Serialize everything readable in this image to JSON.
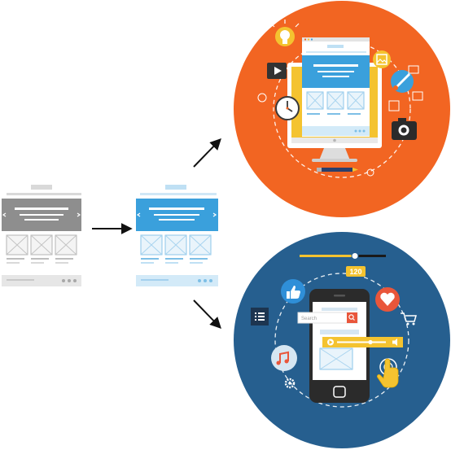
{
  "badge": {
    "count": "120"
  },
  "search": {
    "placeholder": "Search"
  },
  "colors": {
    "orange_circle": "#f26522",
    "blue_circle": "#265f8f",
    "wire_gray": "#8e8e8e",
    "wire_blue": "#3aa0dc",
    "accent_yellow": "#f4c330",
    "heart_red": "#e9563b",
    "like_blue": "#2f8fd8"
  },
  "icons": [
    "lightbulb-icon",
    "gallery-icon",
    "video-icon",
    "paint-brush-icon",
    "clock-icon",
    "camera-icon",
    "pencil-icon",
    "like-icon",
    "heart-icon",
    "cart-icon",
    "list-icon",
    "music-icon",
    "gear-icon",
    "touch-hand-icon",
    "arrow-icon"
  ],
  "wireframes": [
    {
      "name": "gray-wireframe",
      "style": "gray"
    },
    {
      "name": "blue-wireframe",
      "style": "blue"
    }
  ]
}
